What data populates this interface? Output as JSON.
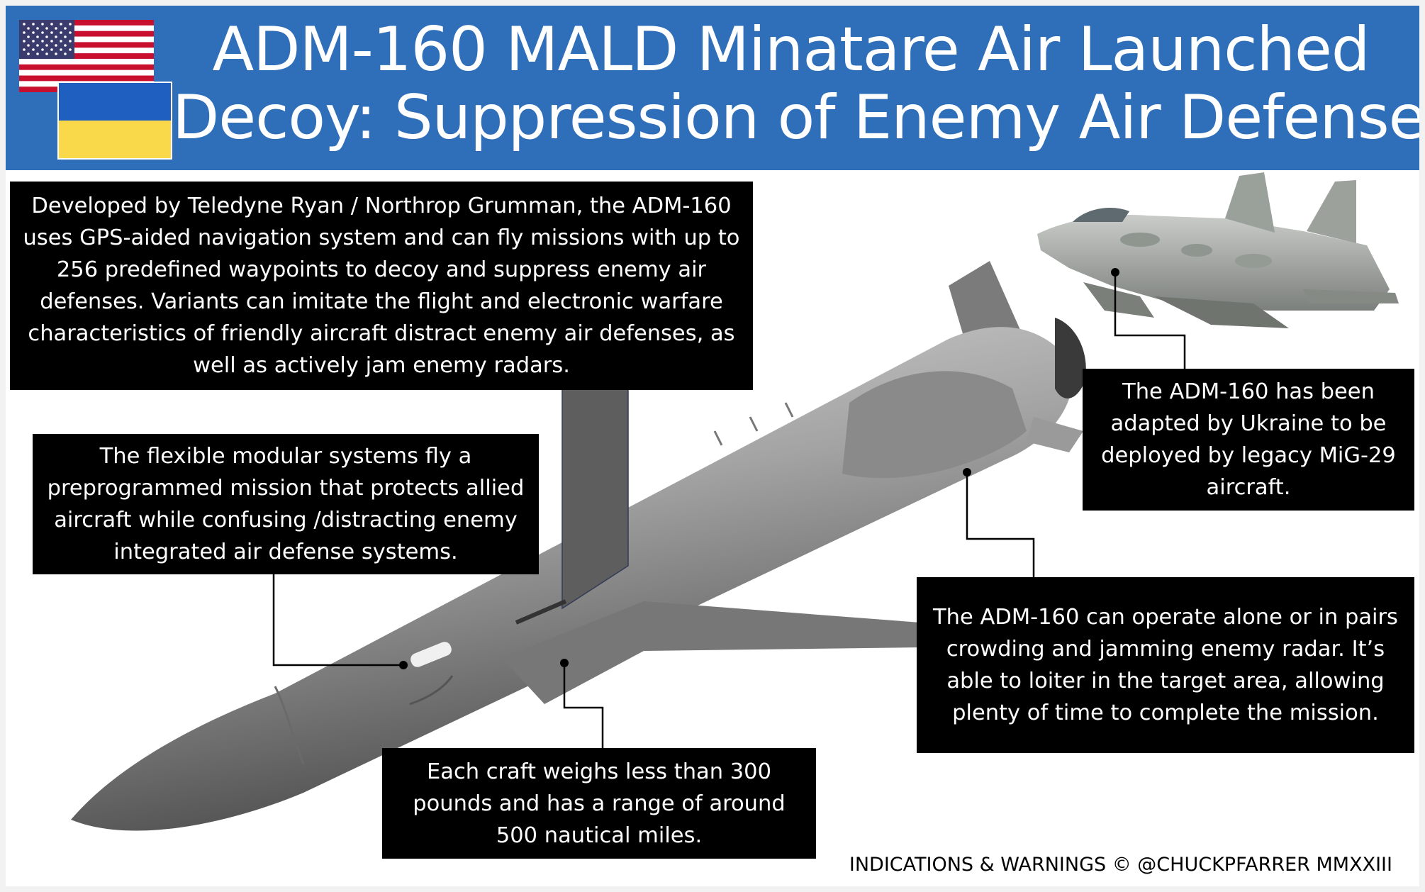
{
  "header": {
    "title_line1": "ADM-160 MALD Minatare Air Launched",
    "title_line2": "Decoy: Suppression of Enemy Air Defense",
    "flags": [
      "us-flag-icon",
      "ukraine-flag-icon"
    ]
  },
  "callouts": {
    "overview": "Developed by Teledyne Ryan / Northrop Grumman, the ADM-160 uses GPS-aided navigation system and can fly missions with up to 256 predefined waypoints to decoy and suppress enemy air defenses. Variants can imitate the flight and electronic warfare characteristics of friendly aircraft distract enemy air defenses, as well as actively jam enemy radars.",
    "modular": "The flexible modular systems fly a preprogrammed  mission that protects allied aircraft while confusing /distracting enemy integrated air defense systems.",
    "ukraine": "The ADM-160 has been adapted by Ukraine to be deployed by legacy MiG-29 aircraft.",
    "operation": "The ADM-160 can operate alone or in pairs crowding and jamming enemy radar. It’s able to loiter in the target area, allowing plenty of time to complete the mission.",
    "specs": "Each craft weighs less than 300 pounds and has a range of around 500 nautical miles."
  },
  "footer": {
    "credit": "INDICATIONS & WARNINGS © @CHUCKPFARRER MMXXIII"
  },
  "colors": {
    "banner": "#2f6fba",
    "callout_bg": "#000000",
    "callout_text": "#ffffff",
    "ua_blue": "#1f5fbf",
    "ua_yellow": "#f9d84a"
  }
}
